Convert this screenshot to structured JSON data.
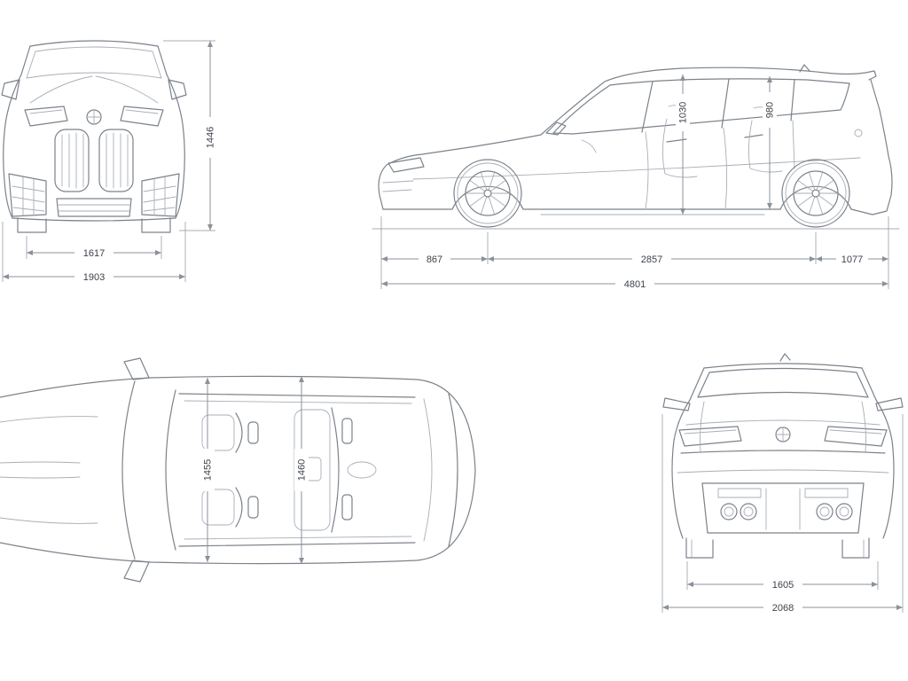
{
  "colors": {
    "background": "#ffffff",
    "line": "#7c828b",
    "line_light": "#a9aeb6",
    "dim_line": "#8b9199",
    "text": "#3d424a"
  },
  "views": {
    "front": {
      "height": "1446",
      "track_width": "1617",
      "overall_width": "1903"
    },
    "side": {
      "front_overhang": "867",
      "wheelbase": "2857",
      "rear_overhang": "1077",
      "overall_length": "4801",
      "interior_height_front": "1030",
      "interior_height_rear": "980"
    },
    "top": {
      "interior_width_front": "1455",
      "interior_width_rear": "1460"
    },
    "rear": {
      "track_width": "1605",
      "overall_width": "2068"
    }
  }
}
